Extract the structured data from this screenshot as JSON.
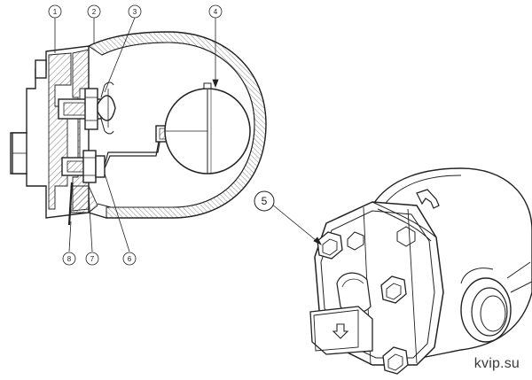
{
  "diagram": {
    "callouts": [
      {
        "id": "1",
        "label": "1"
      },
      {
        "id": "2",
        "label": "2"
      },
      {
        "id": "3",
        "label": "3"
      },
      {
        "id": "4",
        "label": "4"
      },
      {
        "id": "5",
        "label": "5"
      },
      {
        "id": "6",
        "label": "6"
      },
      {
        "id": "7",
        "label": "7"
      },
      {
        "id": "8",
        "label": "8"
      }
    ],
    "watermark": "kvip.su"
  },
  "colors": {
    "line": "#222222",
    "hatch": "#444444",
    "background": "#ffffff"
  }
}
